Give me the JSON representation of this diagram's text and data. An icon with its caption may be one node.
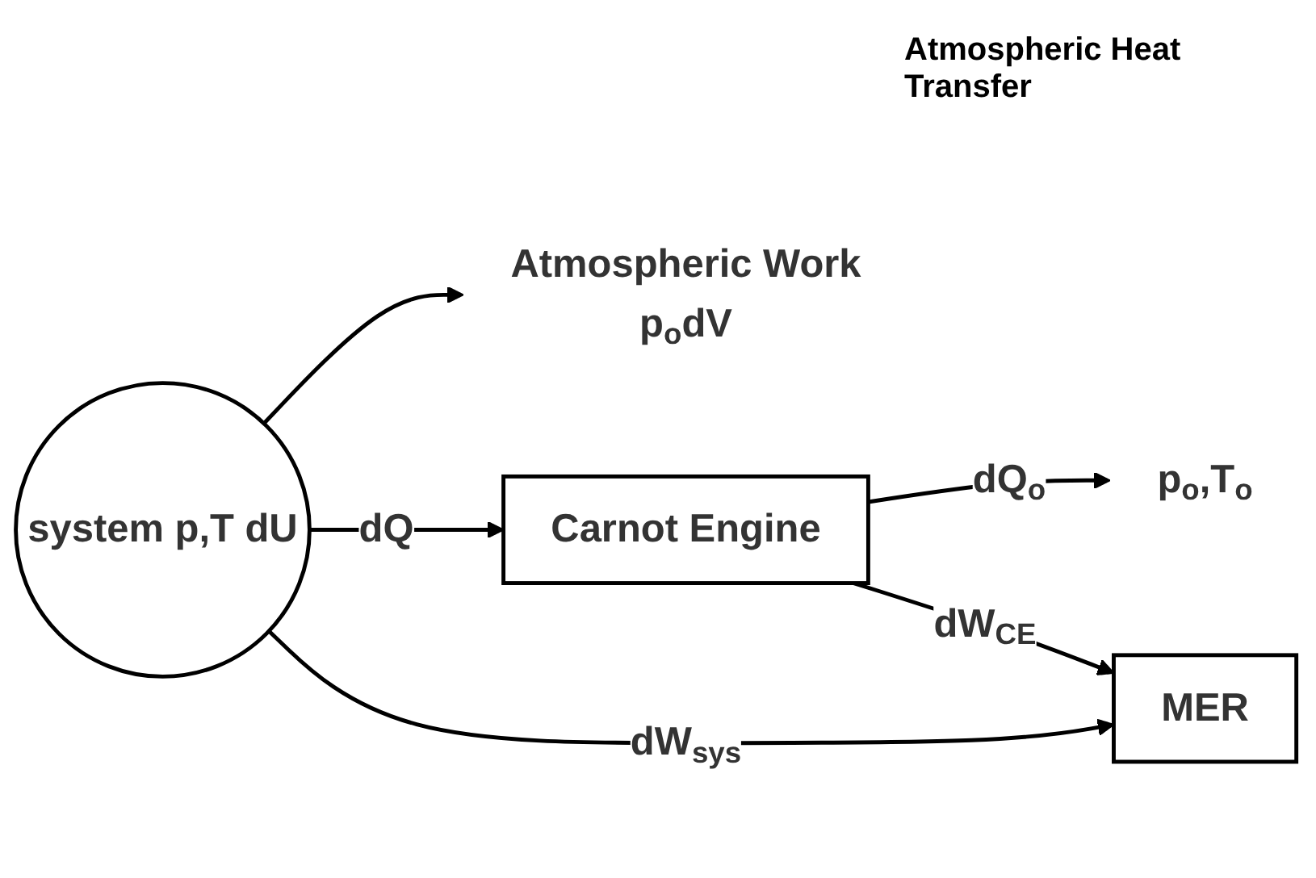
{
  "diagram": {
    "nodes": [
      {
        "text": [
          "system p,T dU"
        ]
      },
      {
        "text": [
          "Carnot Engine"
        ]
      },
      {
        "text": [
          "MER"
        ]
      },
      {
        "text": [
          "Atmospheric Work",
          "p$_{o}$dV"
        ]
      },
      {
        "text": [
          "p$_{o}$,T$_{o}$"
        ]
      }
    ],
    "edges": [
      {
        "from": 0,
        "to": 3,
        "arrow": "to"
      },
      {
        "from": 0,
        "to": 1,
        "arrow": "to",
        "label": "dQ"
      },
      {
        "from": 1,
        "to": 4,
        "arrow": "to",
        "label": "dQ$_{o}$"
      },
      {
        "from": 0,
        "to": 2,
        "arrow": "to",
        "label": "dW$_{sys}$"
      },
      {
        "from": 1,
        "to": 2,
        "arrow": "to",
        "label": "dW$_{CE}$"
      }
    ],
    "labels": [
      "Atmospheric Heat Transfer"
    ]
  }
}
